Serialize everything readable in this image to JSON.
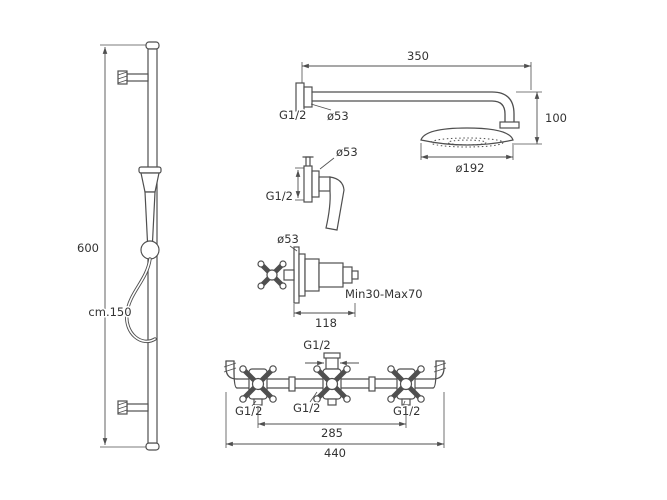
{
  "colors": {
    "background": "#ffffff",
    "line": "#4f4f4f",
    "text": "#333333"
  },
  "slide_bar": {
    "height_label": "600",
    "hose_label": "cm.150"
  },
  "head_shower": {
    "arm_length": "350",
    "arm_thread": "G1/2",
    "escutcheon_dia": "ø53",
    "head_offset": "100",
    "head_dia": "ø192"
  },
  "wall_elbow": {
    "escutcheon_dia": "ø53",
    "thread": "G1/2"
  },
  "thermostat_valve": {
    "escutcheon_dia": "ø53",
    "temp_range": "Min30-Max70",
    "depth": "118"
  },
  "manifold": {
    "top_thread": "G1/2",
    "left_thread": "G1/2",
    "center_thread": "G1/2",
    "right_thread": "G1/2",
    "valve_spacing": "285",
    "total_width": "440"
  }
}
